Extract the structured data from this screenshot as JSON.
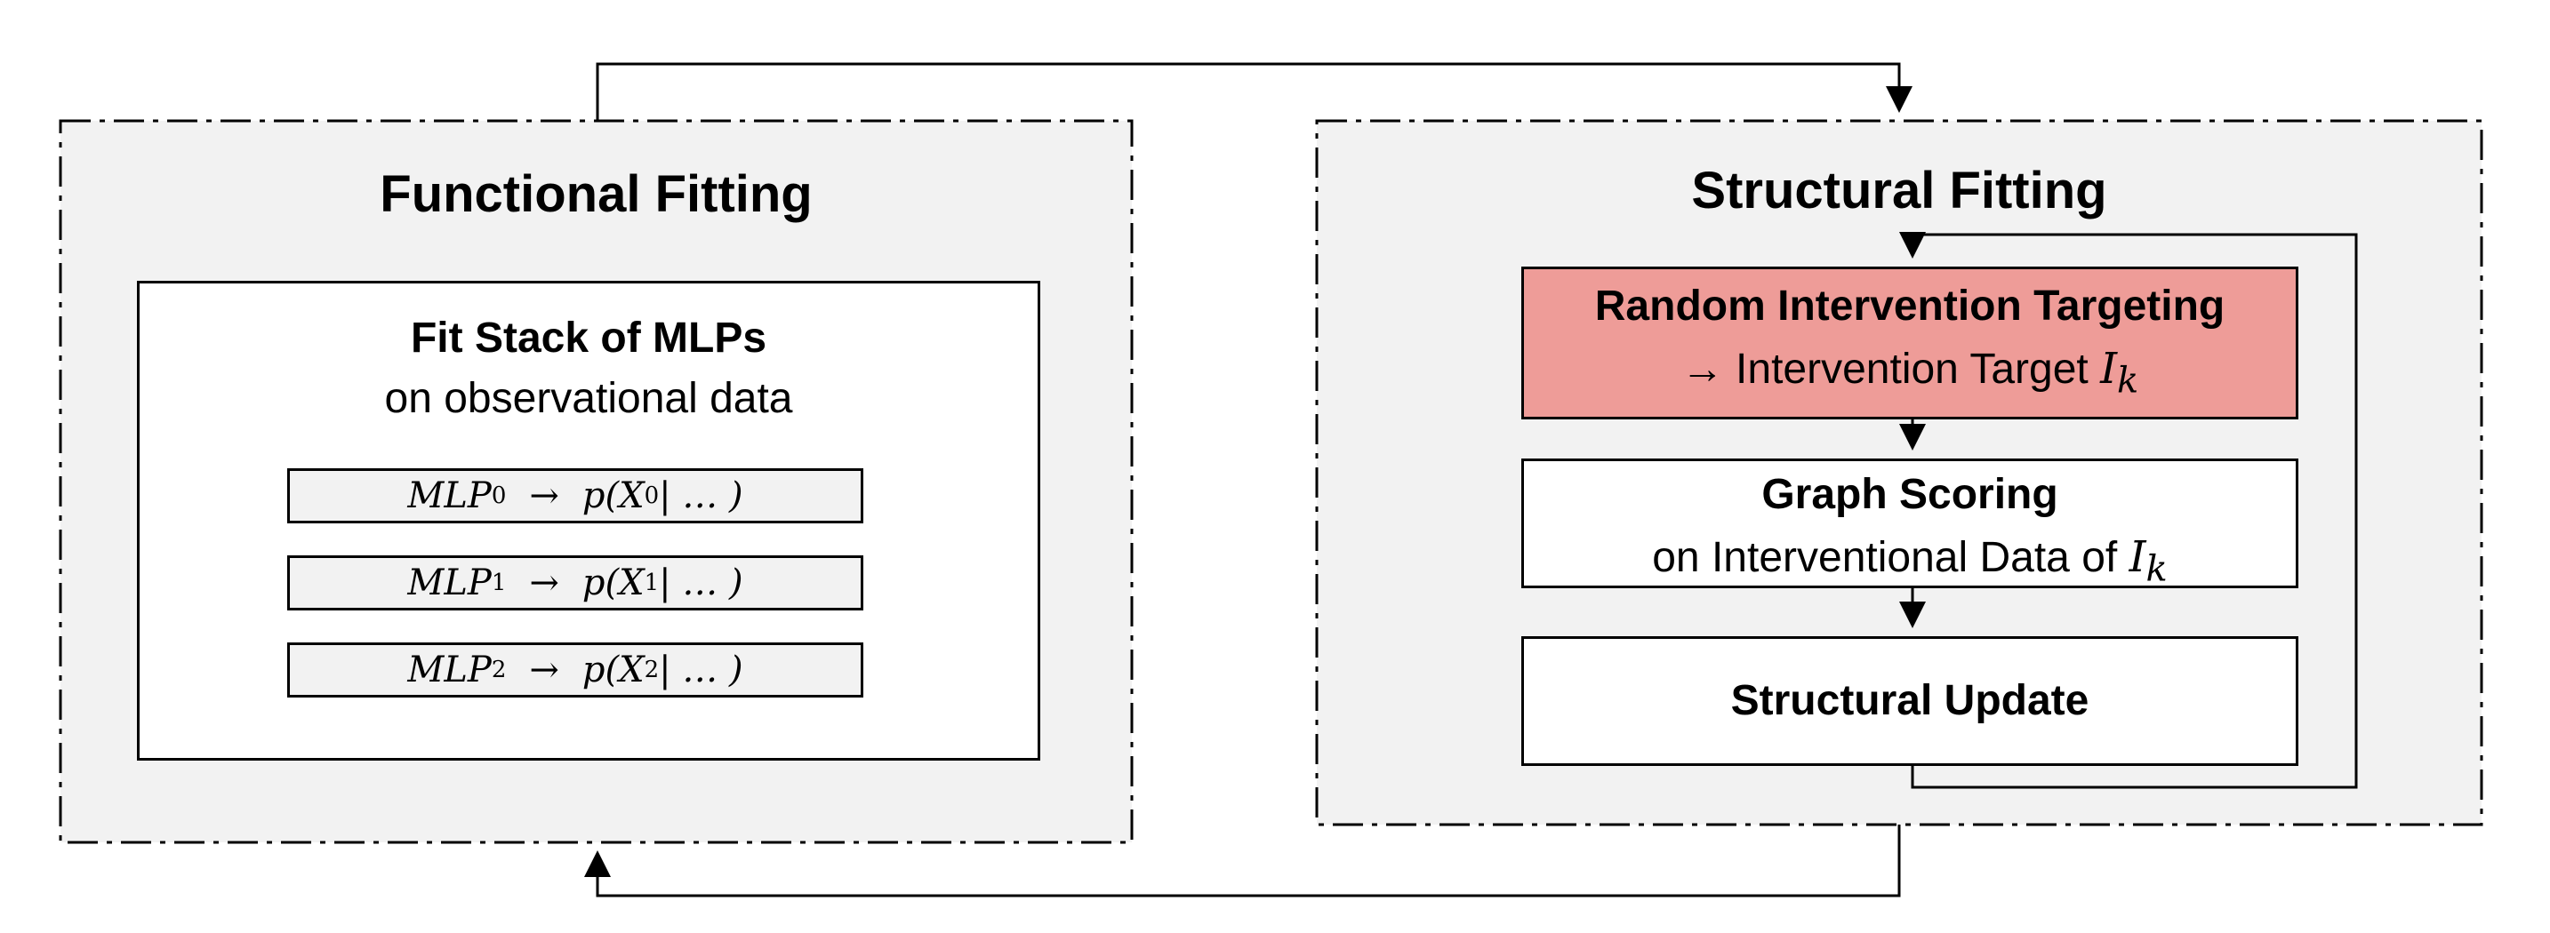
{
  "functional": {
    "title": "Functional Fitting",
    "stack_title": "Fit Stack of MLPs",
    "stack_subtitle": "on observational data",
    "rows": [
      {
        "model": "MLP",
        "index": "0",
        "arrow": "→",
        "dist": "p(X",
        "tail": "| … )"
      },
      {
        "model": "MLP",
        "index": "1",
        "arrow": "→",
        "dist": "p(X",
        "tail": "| … )"
      },
      {
        "model": "MLP",
        "index": "2",
        "arrow": "→",
        "dist": "p(X",
        "tail": "| … )"
      }
    ]
  },
  "structural": {
    "title": "Structural Fitting",
    "targeting": {
      "title": "Random Intervention Targeting",
      "subtitle": "→ Intervention Target ",
      "symbol": "I",
      "symbol_index": "k"
    },
    "scoring": {
      "title": "Graph Scoring",
      "subtitle": "on Interventional Data of ",
      "symbol": "I",
      "symbol_index": "k"
    },
    "update": {
      "title": "Structural Update"
    }
  },
  "colors": {
    "panel_bg": "#f2f2f2",
    "targeting_fill": "#ee9c98",
    "line": "#000000"
  }
}
